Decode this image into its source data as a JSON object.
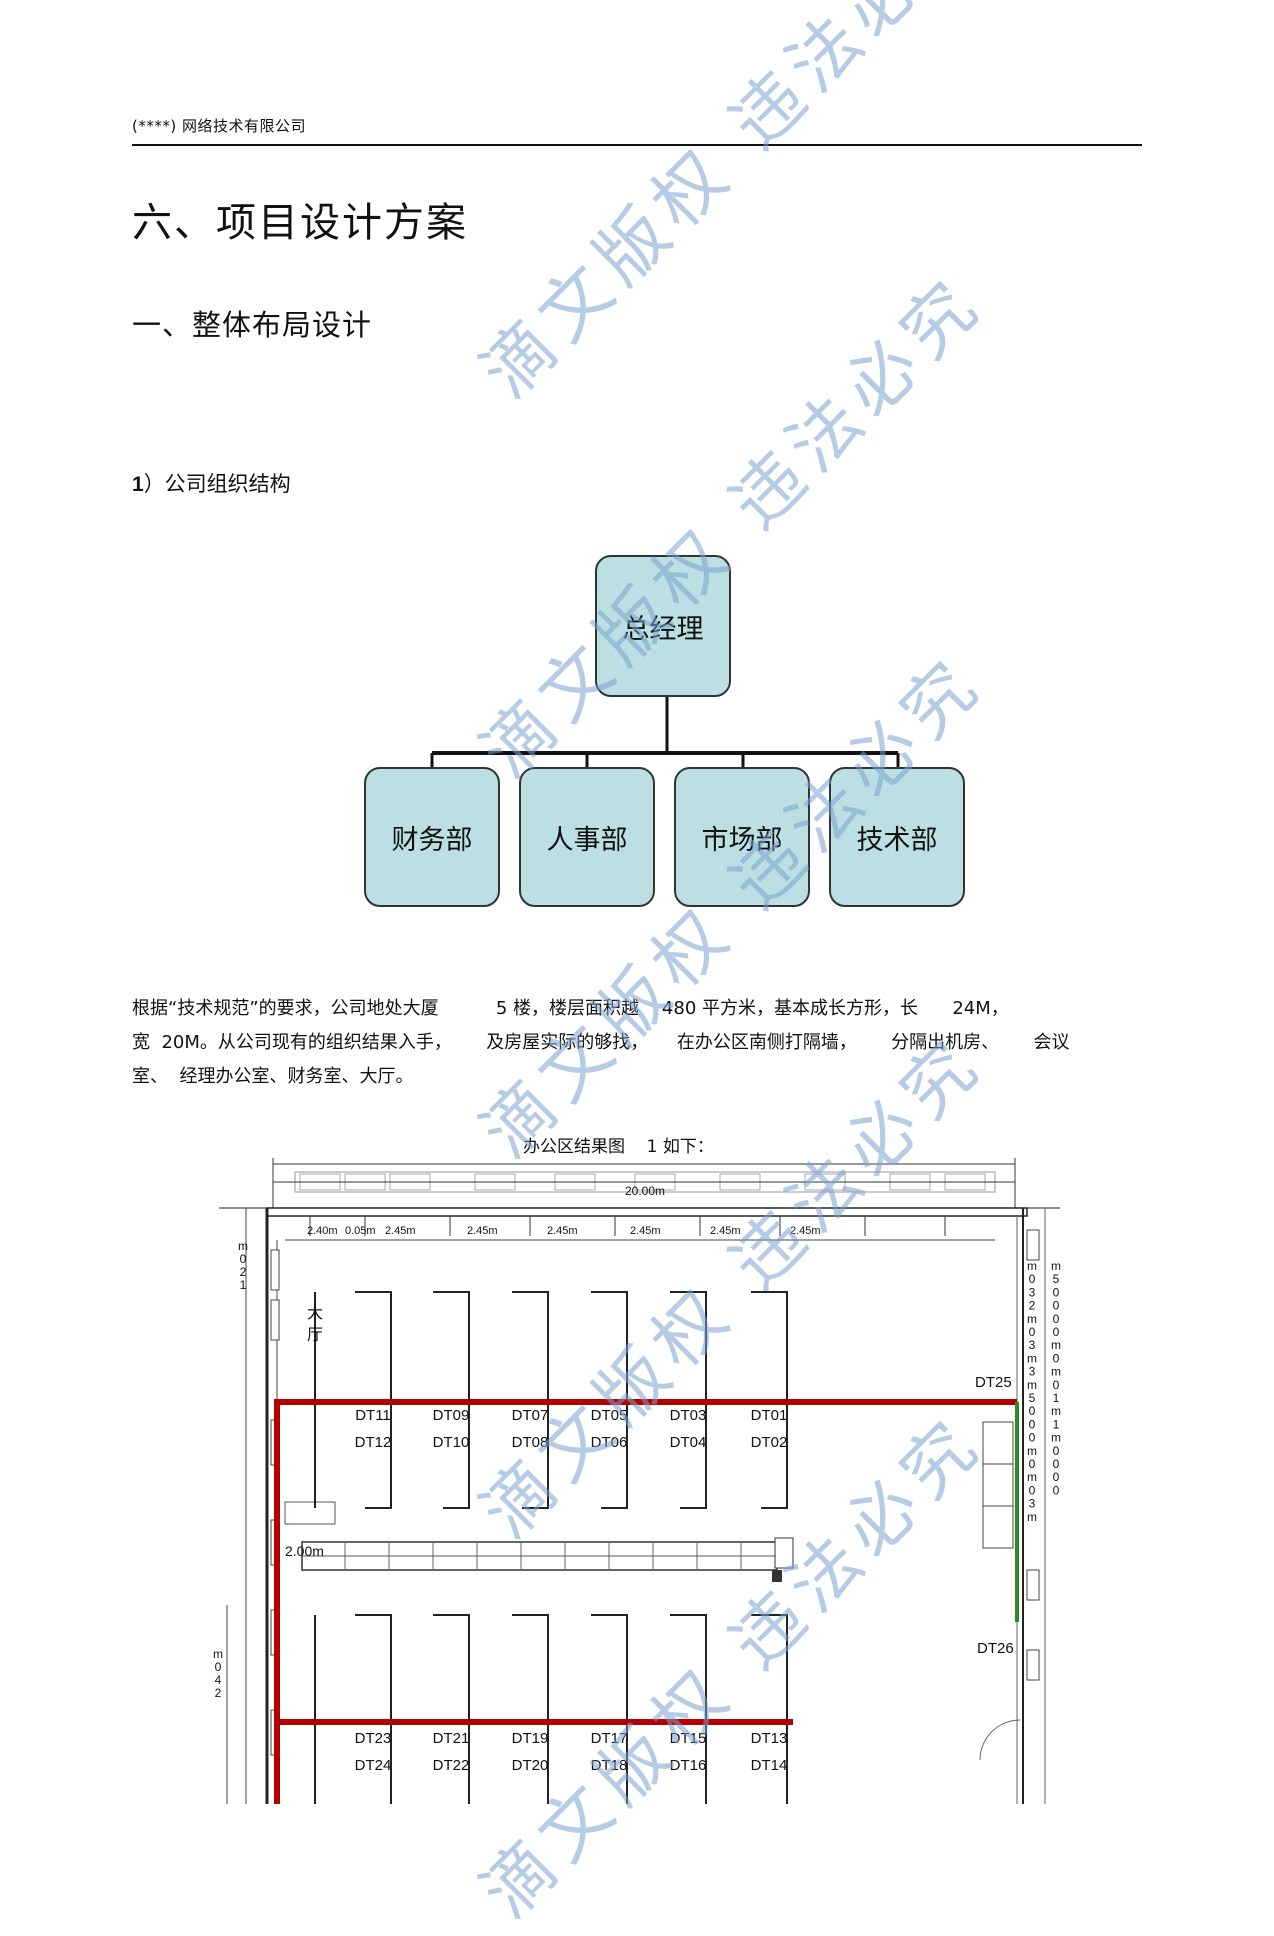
{
  "header": {
    "text": "(****)   网络技术有限公司"
  },
  "title": "六、项目设计方案",
  "section": "一、整体布局设计",
  "subsection": {
    "num": "1",
    "text": "）公司组织结构"
  },
  "org_chart": {
    "root": "总经理",
    "children": [
      "财务部",
      "人事部",
      "市场部",
      "技术部"
    ],
    "box_color": "#bcdfe3"
  },
  "paragraph": {
    "line1": "根据“技术规范”的要求，公司地处大厦          5 楼，楼层面积越    480 平方米，基本成长方形，长      24M，",
    "line2": "宽  20M。从公司现有的组织结果入手，      及房屋实际的够找，     在办公区南侧打隔墙，      分隔出机房、      会议",
    "line3": "室、  经理办公室、财务室、大厅。"
  },
  "caption": "办公区结果图    1 如下：",
  "floor_plan": {
    "top_dimension": "20.00m",
    "segment_dimensions": [
      "2.40m",
      "0.05m",
      "2.45m",
      "2.45m",
      "2.45m",
      "2.45m",
      "2.45m",
      "2.45m"
    ],
    "lobby_label": [
      "大",
      "厅"
    ],
    "aisle_width": "2.00m",
    "row1_top": [
      "DT11",
      "DT09",
      "DT07",
      "DT05",
      "DT03",
      "DT01"
    ],
    "row1_bottom": [
      "DT12",
      "DT10",
      "DT08",
      "DT06",
      "DT04",
      "DT02"
    ],
    "row2_top": [
      "DT23",
      "DT21",
      "DT19",
      "DT17",
      "DT15",
      "DT13"
    ],
    "row2_bottom": [
      "DT24",
      "DT22",
      "DT20",
      "DT18",
      "DT16",
      "DT14"
    ],
    "side_labels": [
      "DT25",
      "DT26"
    ],
    "left_dims": [
      "m",
      "0",
      "2",
      "1"
    ],
    "left_dims2": [
      "m",
      "0",
      "4",
      "2"
    ],
    "right_dims": [
      "m",
      "0",
      "3",
      "2",
      "m",
      "5",
      "0",
      "0",
      "m",
      "0",
      "3",
      "m",
      "0",
      "0",
      "m",
      "0",
      "3",
      "m",
      "5",
      "0",
      "m",
      "0",
      "1",
      "m",
      "0",
      "0",
      "m",
      "0",
      "1",
      "m",
      "0",
      "0",
      "m",
      "0",
      "3",
      "m",
      "0",
      "0"
    ],
    "route_color": "#b30000",
    "green_color": "#2a8a2a"
  },
  "watermark": "滴文版权  违法必究"
}
